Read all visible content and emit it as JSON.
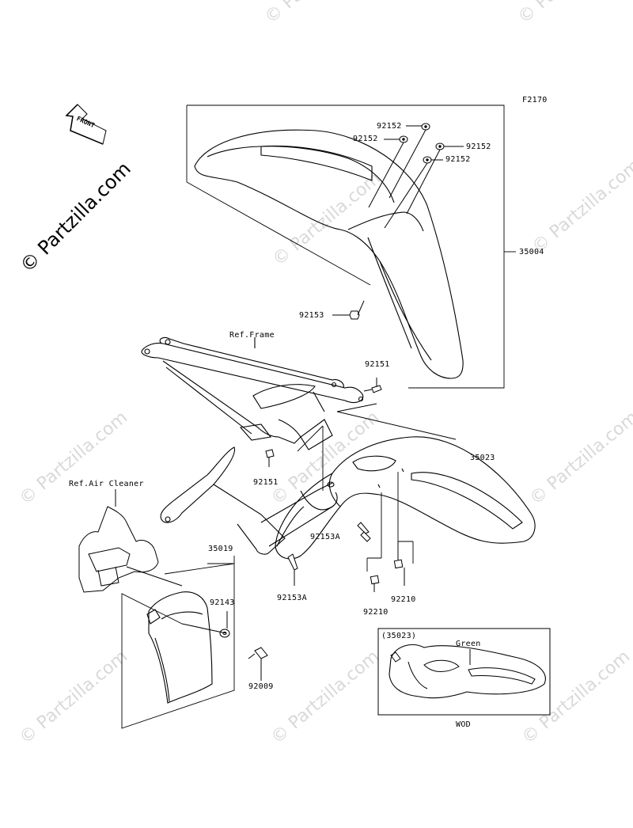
{
  "diagram_id": "F2170",
  "watermark_text": "© Partzilla.com",
  "front_label": "FRONT",
  "parts": {
    "p35004": "35004",
    "p92152_a": "92152",
    "p92152_b": "92152",
    "p92152_c": "92152",
    "p92152_d": "92152",
    "p92153": "92153",
    "p92151_a": "92151",
    "p92151_b": "92151",
    "p35023": "35023",
    "p92153A_a": "92153A",
    "p92153A_b": "92153A",
    "p92210_a": "92210",
    "p92210_b": "92210",
    "p35019": "35019",
    "p92143": "92143",
    "p92009": "92009"
  },
  "refs": {
    "frame": "Ref.Frame",
    "air_cleaner": "Ref.Air Cleaner"
  },
  "inset": {
    "part_ref": "(35023)",
    "color_label": "Green",
    "variant": "WOD"
  },
  "colors": {
    "line": "#000000",
    "watermark": "#d9d9d9"
  }
}
